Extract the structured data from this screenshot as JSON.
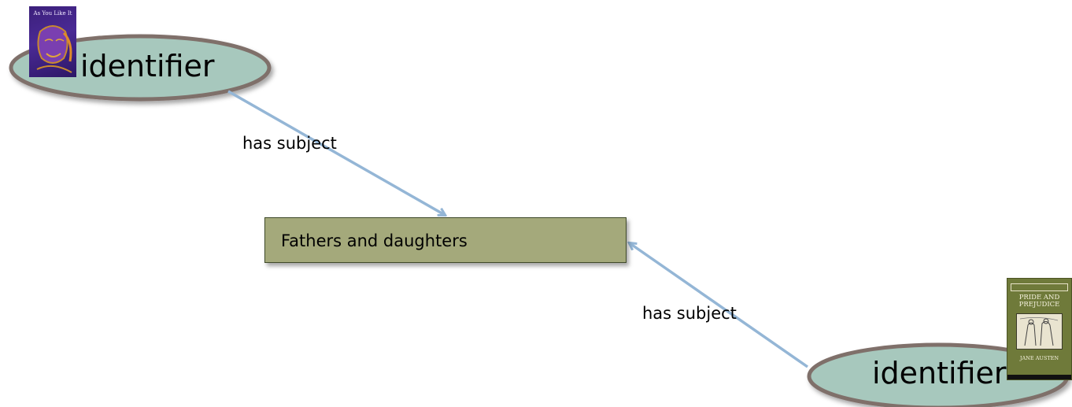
{
  "nodes": {
    "id_left": {
      "label": "identifier"
    },
    "id_right": {
      "label": "identifier"
    },
    "subject": {
      "label": "Fathers and daughters"
    }
  },
  "edges": [
    {
      "label": "has subject"
    },
    {
      "label": "has subject"
    }
  ],
  "covers": {
    "left": {
      "title": "As You Like It"
    },
    "right": {
      "title_line1": "PRIDE AND",
      "title_line2": "PREJUDICE",
      "author": "JANE AUSTEN"
    }
  },
  "colors": {
    "ellipse_fill": "#a7c8bd",
    "ellipse_stroke": "#7f6f6a",
    "subject_fill": "#a4a97b",
    "arrow": "#94b6d6"
  }
}
